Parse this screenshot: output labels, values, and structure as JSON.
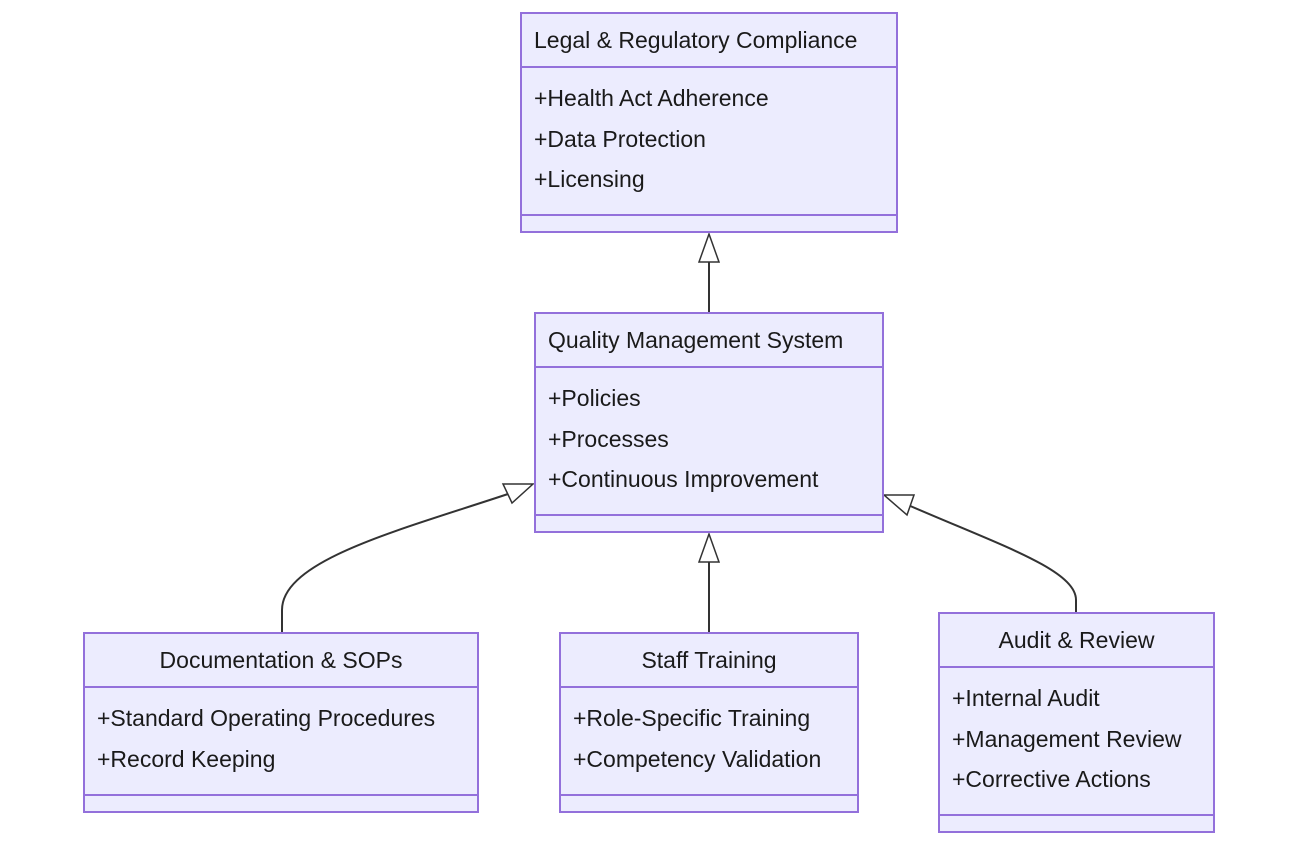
{
  "diagram": {
    "type": "class-diagram",
    "colors": {
      "node_fill": "#ececfe",
      "node_border": "#9370db",
      "edge": "#333333",
      "text": "#1a1a1a"
    },
    "classes": {
      "legal": {
        "name": "Legal & Regulatory Compliance",
        "attributes": [
          "+Health Act Adherence",
          "+Data Protection",
          "+Licensing"
        ],
        "methods": []
      },
      "qms": {
        "name": "Quality Management System",
        "attributes": [
          "+Policies",
          "+Processes",
          "+Continuous Improvement"
        ],
        "methods": []
      },
      "doc": {
        "name": "Documentation & SOPs",
        "attributes": [
          "+Standard Operating Procedures",
          "+Record Keeping"
        ],
        "methods": []
      },
      "staff": {
        "name": "Staff Training",
        "attributes": [
          "+Role-Specific Training",
          "+Competency Validation"
        ],
        "methods": []
      },
      "audit": {
        "name": "Audit & Review",
        "attributes": [
          "+Internal Audit",
          "+Management Review",
          "+Corrective Actions"
        ],
        "methods": []
      }
    },
    "relationships": [
      {
        "from": "Quality Management System",
        "to": "Legal & Regulatory Compliance",
        "type": "inheritance"
      },
      {
        "from": "Documentation & SOPs",
        "to": "Quality Management System",
        "type": "inheritance"
      },
      {
        "from": "Staff Training",
        "to": "Quality Management System",
        "type": "inheritance"
      },
      {
        "from": "Audit & Review",
        "to": "Quality Management System",
        "type": "inheritance"
      }
    ]
  }
}
